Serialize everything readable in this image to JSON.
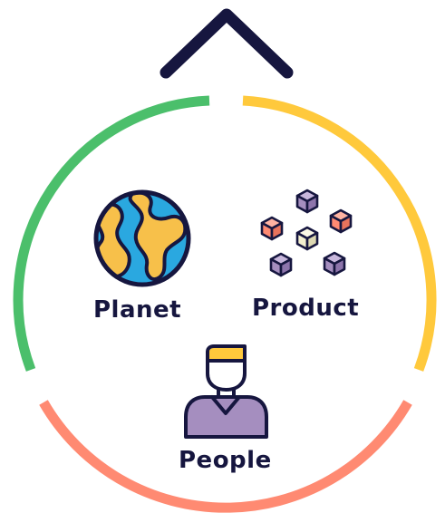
{
  "diagram": {
    "labels": {
      "planet": "Planet",
      "product": "Product",
      "people": "People"
    },
    "icons": {
      "top": "chevron-up-icon",
      "planet": "globe-icon",
      "product": "cubes-icon",
      "people": "person-icon"
    },
    "colors": {
      "navy": "#16163f",
      "planet_arc": "#4bbf6b",
      "product_arc": "#ffc93c",
      "people_arc": "#ff8a72",
      "globe_ocean": "#2aa8e0",
      "globe_land": "#f7c04a",
      "cube_coral": "#ff8a72",
      "cube_purple": "#a58ebf",
      "cube_cream": "#f3efcf",
      "person_hair": "#ffc93c",
      "person_body": "#a58ebf"
    }
  }
}
